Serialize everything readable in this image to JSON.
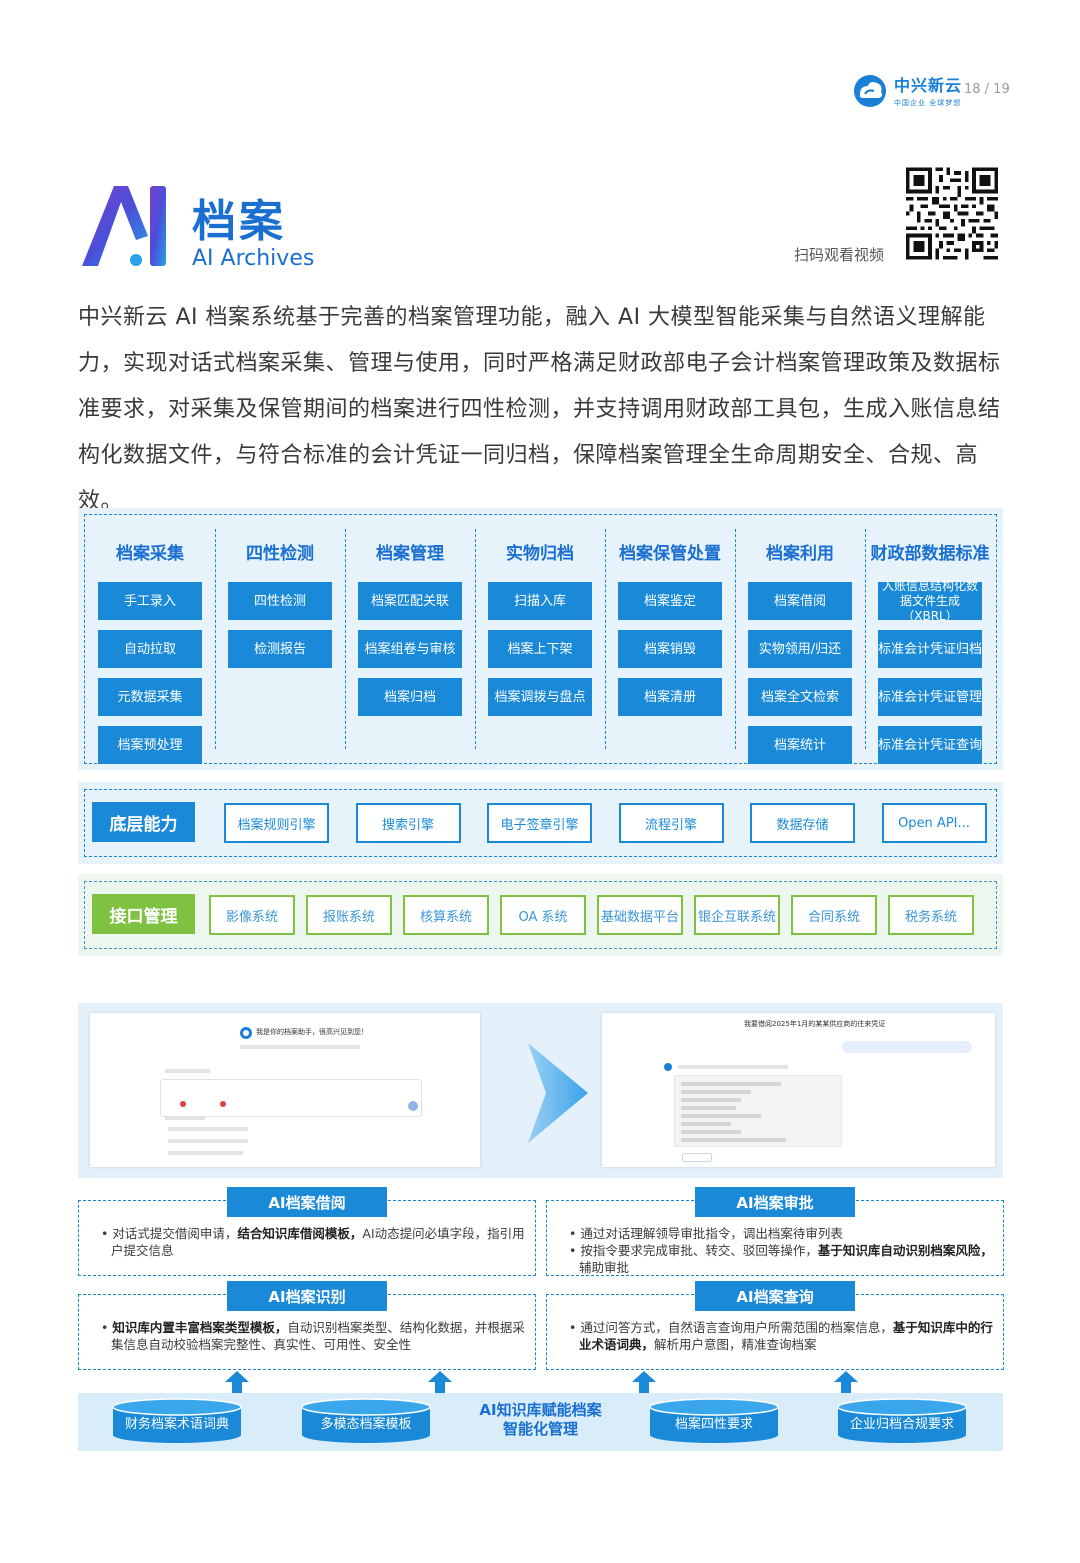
{
  "header": {
    "brand_name": "中兴新云",
    "brand_slogan": "中国企业 全球梦想",
    "page_number": "18 / 19"
  },
  "title": {
    "logo_text": "AI",
    "cn": "档案",
    "en": "AI Archives"
  },
  "qr_caption": "扫码观看视频",
  "intro": "中兴新云 AI 档案系统基于完善的档案管理功能，融入 AI 大模型智能采集与自然语义理解能力，实现对话式档案采集、管理与使用，同时严格满足财政部电子会计档案管理政策及数据标准要求，对采集及保管期间的档案进行四性检测，并支持调用财政部工具包，生成入账信息结构化数据文件，与符合标准的会计凭证一同归档，保障档案管理全生命周期安全、合规、高效。",
  "architecture": {
    "columns": [
      {
        "title": "档案采集",
        "items": [
          "手工录入",
          "自动拉取",
          "元数据采集",
          "档案预处理"
        ]
      },
      {
        "title": "四性检测",
        "items": [
          "四性检测",
          "检测报告"
        ]
      },
      {
        "title": "档案管理",
        "items": [
          "档案匹配关联",
          "档案组卷与审核",
          "档案归档"
        ]
      },
      {
        "title": "实物归档",
        "items": [
          "扫描入库",
          "档案上下架",
          "档案调拨与盘点"
        ]
      },
      {
        "title": "档案保管处置",
        "items": [
          "档案鉴定",
          "档案销毁",
          "档案清册"
        ]
      },
      {
        "title": "档案利用",
        "items": [
          "档案借阅",
          "实物领用/归还",
          "档案全文检索",
          "档案统计"
        ]
      },
      {
        "title": "财政部数据标准",
        "items": [
          "入账信息结构化数据文件生成（XBRL）",
          "标准会计凭证归档",
          "标准会计凭证管理",
          "标准会计凭证查询"
        ]
      }
    ]
  },
  "base_layer": {
    "label": "底层能力",
    "items": [
      "档案规则引擎",
      "搜索引擎",
      "电子签章引擎",
      "流程引擎",
      "数据存储",
      "Open API..."
    ]
  },
  "interface_layer": {
    "label": "接口管理",
    "items": [
      "影像系统",
      "报账系统",
      "核算系统",
      "OA 系统",
      "基础数据平台",
      "银企互联系统",
      "合同系统",
      "税务系统"
    ]
  },
  "screens": {
    "left_greeting": "我是你的档案助手，很高兴见到您！",
    "right_query": "我要借阅2025年1月的某某供应商的往来凭证"
  },
  "features": {
    "borrow": {
      "title": "AI档案借阅",
      "text_pre": "对话式提交借阅申请，",
      "text_bold": "结合知识库借阅模板，",
      "text_post": "AI动态提问必填字段，指引用户提交信息"
    },
    "approve": {
      "title": "AI档案审批",
      "line1": "通过对话理解领导审批指令，调出档案待审列表",
      "line2_pre": "按指令要求完成审批、转交、驳回等操作，",
      "line2_bold": "基于知识库自动识别档案风险，",
      "line2_post": "辅助审批"
    },
    "recognize": {
      "title": "AI档案识别",
      "text_bold": "知识库内置丰富档案类型模板，",
      "text_post": "自动识别档案类型、结构化数据，并根据采集信息自动校验档案完整性、真实性、可用性、安全性"
    },
    "query": {
      "title": "AI档案查询",
      "text_pre": "通过问答方式，自然语言查询用户所需范围的档案信息，",
      "text_bold": "基于知识库中的行业术语词典，",
      "text_post": "解析用户意图，精准查询档案"
    }
  },
  "knowledge_base": {
    "center": "AI知识库赋能档案智能化管理",
    "items": [
      "财务档案术语词典",
      "多模态档案模板",
      "档案四性要求",
      "企业归档合规要求"
    ]
  },
  "colors": {
    "primary": "#1a8ad8",
    "title_blue": "#1a6fd0",
    "green": "#7fc241",
    "panel_bg": "#e7f3fb"
  }
}
